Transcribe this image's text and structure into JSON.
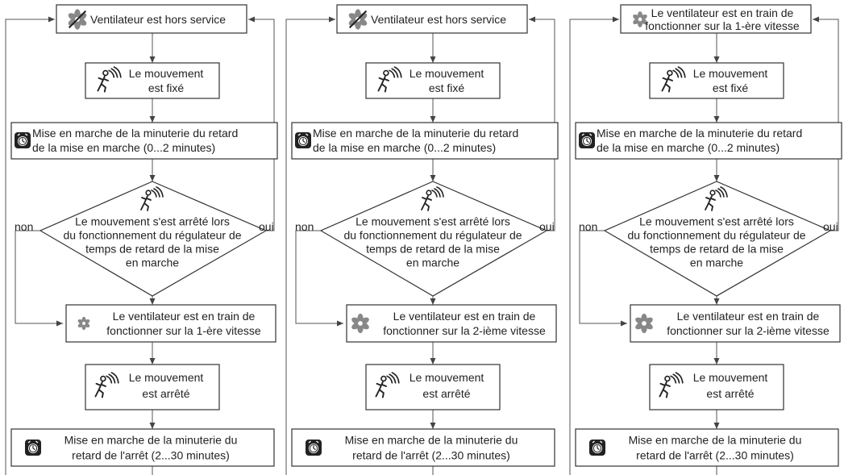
{
  "columns": [
    {
      "start": [
        "Ventilateur est hors service"
      ],
      "start_icon": "fan-off-icon",
      "motion_fixed": [
        "Le mouvement",
        "est fixé"
      ],
      "timer_on": [
        "Mise en marche de la minuterie du retard",
        "de la mise en marche (0...2 minutes)"
      ],
      "decision": [
        "Le mouvement s'est arrêté lors",
        "du fonctionnement du régulateur de",
        "temps de retard  de la mise",
        "en marche"
      ],
      "label_no": "non",
      "label_yes": "oui",
      "fan_state": [
        "Le ventilateur est en train de",
        "fonctionner sur la 1-ère vitesse"
      ],
      "motion_stopped": [
        "Le mouvement",
        "est arrêté"
      ],
      "timer_off": [
        "Mise en marche de la minuterie du",
        "retard de l'arrêt (2...30 minutes)"
      ]
    },
    {
      "start": [
        "Ventilateur est hors service"
      ],
      "start_icon": "fan-off-icon",
      "motion_fixed": [
        "Le mouvement",
        "est fixé"
      ],
      "timer_on": [
        "Mise en marche de la minuterie du retard",
        "de la mise en marche (0...2 minutes)"
      ],
      "decision": [
        "Le mouvement s'est arrêté lors",
        "du fonctionnement du régulateur de",
        "temps de retard  de la mise",
        "en marche"
      ],
      "label_no": "non",
      "label_yes": "oui",
      "fan_state": [
        "Le ventilateur est en train de",
        "fonctionner sur la 2-ième vitesse"
      ],
      "motion_stopped": [
        "Le mouvement",
        "est arrêté"
      ],
      "timer_off": [
        "Mise en marche de la minuterie du",
        "retard de l'arrêt (2...30 minutes)"
      ]
    },
    {
      "start": [
        "Le ventilateur est en train de",
        "fonctionner sur la 1-ère vitesse"
      ],
      "start_icon": "fan-icon",
      "motion_fixed": [
        "Le mouvement",
        "est fixé"
      ],
      "timer_on": [
        "Mise en marche de la minuterie du retard",
        "de la mise en marche (0...2 minutes)"
      ],
      "decision": [
        "Le mouvement s'est arrêté lors",
        "du fonctionnement du régulateur de",
        "temps de retard  de la mise",
        "en marche"
      ],
      "label_no": "non",
      "label_yes": "oui",
      "fan_state": [
        "Le ventilateur est en train de",
        "fonctionner sur la 2-ième vitesse"
      ],
      "motion_stopped": [
        "Le mouvement",
        "est arrêté"
      ],
      "timer_off": [
        "Mise en marche de la minuterie du",
        "retard de l'arrêt (2...30 minutes)"
      ]
    }
  ],
  "colors": {
    "line": "#555555",
    "fan_icon": "#888888",
    "timer_icon": "#222222"
  }
}
